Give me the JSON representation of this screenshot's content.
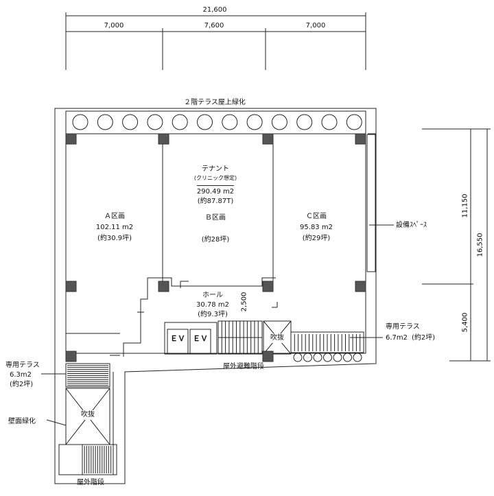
{
  "dimensions": {
    "overall_width": "21,600",
    "bay_1": "7,000",
    "bay_2": "7,600",
    "bay_3": "7,000",
    "depth_upper": "11,150",
    "depth_total": "16,550",
    "depth_lower": "5,400",
    "hall_width": "2,500"
  },
  "labels": {
    "roof_greening": "２階テラス屋上緑化",
    "tenant_title": "テナント",
    "tenant_note": "(クリニック想定)",
    "tenant_area": "290.49 m2",
    "tenant_tsubo": "(約87.87T)",
    "zone_a_name": "Ａ区画",
    "zone_a_area": "102.11 m2",
    "zone_a_tsubo": "(約30.9坪)",
    "zone_b_name": "Ｂ区画",
    "zone_b_tsubo": "(約28坪)",
    "zone_c_name": "Ｃ区画",
    "zone_c_area": "95.83 m2",
    "zone_c_tsubo": "(約29坪)",
    "hall_name": "ホール",
    "hall_area": "30.78 m2",
    "hall_tsubo": "(約9.3坪)",
    "equipment_space": "設備ｽﾍﾟｰｽ",
    "ev_1": "ＥＶ",
    "ev_2": "ＥＶ",
    "void_1": "吹抜",
    "void_2": "吹抜",
    "terrace_right_name": "専用テラス",
    "terrace_right_area": "6.7m2",
    "terrace_right_tsubo": "(約2坪)",
    "terrace_left_name": "専用テラス",
    "terrace_left_area": "6.3m2",
    "terrace_left_tsubo": "(約2坪)",
    "evac_stair": "屋外避難階段",
    "wall_greening": "壁面緑化",
    "outdoor_stair": "屋外階段"
  }
}
